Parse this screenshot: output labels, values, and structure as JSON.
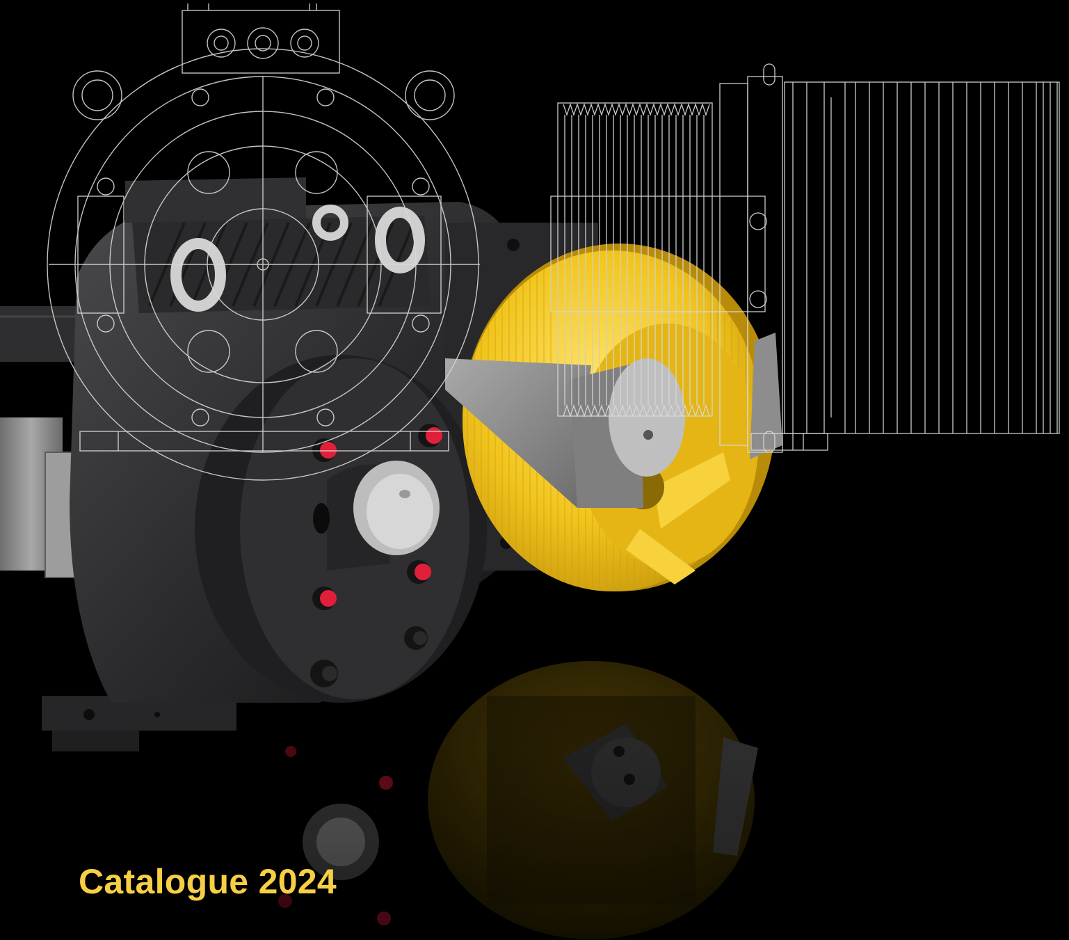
{
  "cover": {
    "title": "Catalogue 2024",
    "title_color": "#f7cf45"
  },
  "colors": {
    "background": "#000000",
    "sheave_yellow": "#f2c51d",
    "motor_body": "#2c2c2e",
    "blueprint_lines": "#d8d8d8",
    "brake_grey": "#8d8d8d",
    "connector_red": "#e0203a"
  },
  "icons": {
    "photo": "gearless-traction-machine",
    "drawing": "technical-blueprint"
  }
}
